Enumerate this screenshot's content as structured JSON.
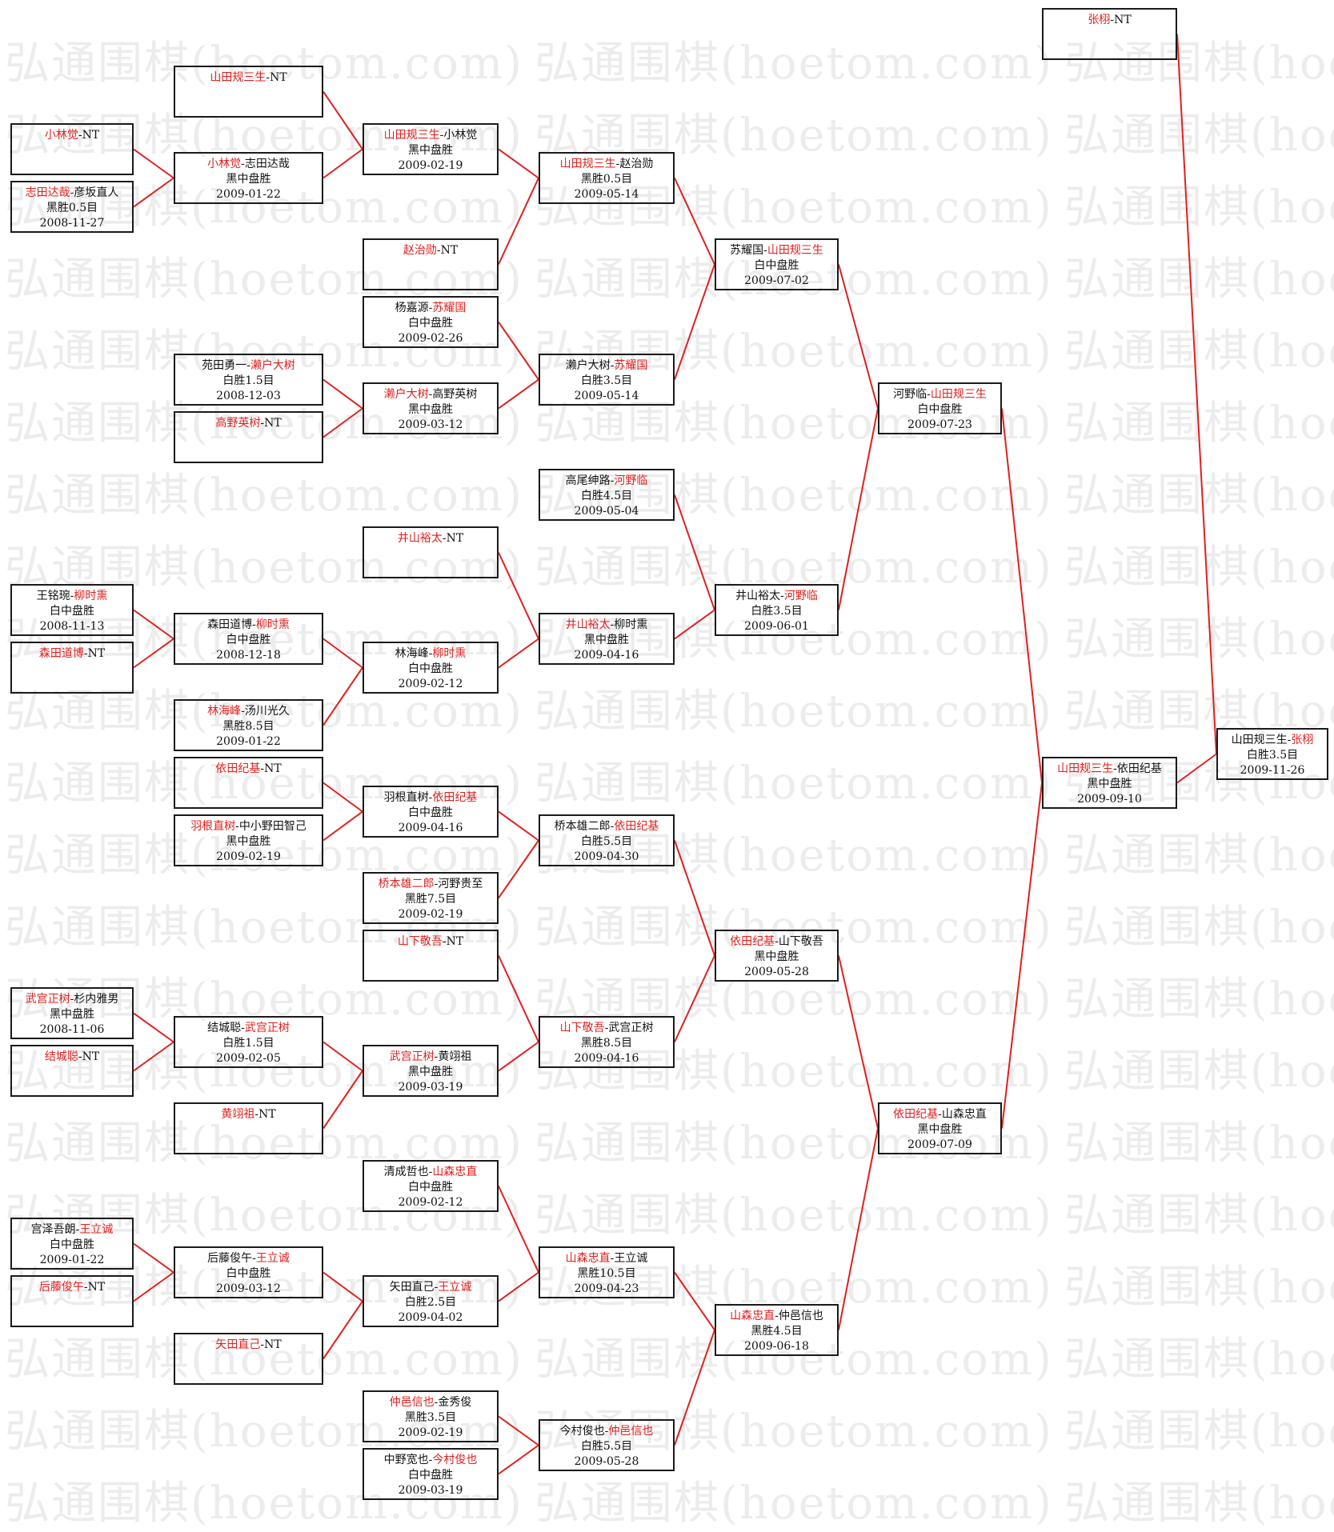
{
  "watermark": "弘通围棋(hoetom.com)",
  "colors": {
    "winner": "#e0201e",
    "text": "#111111",
    "line": "#e0201e",
    "border": "#1a1a1a"
  },
  "matches": [
    {
      "id": "zhangxu",
      "p1": "张栩",
      "p2": "NT",
      "red": 1,
      "result": "",
      "date": ""
    },
    {
      "id": "yamada_r2",
      "p1": "山田规三生",
      "p2": "NT",
      "red": 1,
      "result": "",
      "date": ""
    },
    {
      "id": "kobayashi_r1",
      "p1": "小林觉",
      "p2": "NT",
      "red": 1,
      "result": "",
      "date": ""
    },
    {
      "id": "shida_hikosaka",
      "p1": "志田达哉",
      "p2": "彦坂直人",
      "red": 1,
      "result": "黑胜0.5目",
      "date": "2008-11-27"
    },
    {
      "id": "kobayashi_shida",
      "p1": "小林觉",
      "p2": "志田达哉",
      "red": 1,
      "result": "黑中盘胜",
      "date": "2009-01-22"
    },
    {
      "id": "yamada_kobayashi",
      "p1": "山田规三生",
      "p2": "小林觉",
      "red": 1,
      "result": "黑中盘胜",
      "date": "2009-02-19"
    },
    {
      "id": "zhao_nt",
      "p1": "赵治勋",
      "p2": "NT",
      "red": 1,
      "result": "",
      "date": ""
    },
    {
      "id": "yamada_zhao",
      "p1": "山田规三生",
      "p2": "赵治勋",
      "red": 1,
      "result": "黑胜0.5目",
      "date": "2009-05-14"
    },
    {
      "id": "yang_su",
      "p1": "杨嘉源",
      "p2": "苏耀国",
      "red": 2,
      "result": "白中盘胜",
      "date": "2009-02-26"
    },
    {
      "id": "sonoda_seto",
      "p1": "苑田勇一",
      "p2": "濑户大树",
      "red": 2,
      "result": "白胜1.5目",
      "date": "2008-12-03"
    },
    {
      "id": "takano_nt",
      "p1": "高野英树",
      "p2": "NT",
      "red": 1,
      "result": "",
      "date": ""
    },
    {
      "id": "seto_takano",
      "p1": "濑户大树",
      "p2": "高野英树",
      "red": 1,
      "result": "黑中盘胜",
      "date": "2009-03-12"
    },
    {
      "id": "seto_su",
      "p1": "濑户大树",
      "p2": "苏耀国",
      "red": 2,
      "result": "白胜3.5目",
      "date": "2009-05-14"
    },
    {
      "id": "su_yamada",
      "p1": "苏耀国",
      "p2": "山田规三生",
      "red": 2,
      "result": "白中盘胜",
      "date": "2009-07-02"
    },
    {
      "id": "takao_kono",
      "p1": "高尾绅路",
      "p2": "河野临",
      "red": 2,
      "result": "白胜4.5目",
      "date": "2009-05-04"
    },
    {
      "id": "iyama_nt",
      "p1": "井山裕太",
      "p2": "NT",
      "red": 1,
      "result": "",
      "date": ""
    },
    {
      "id": "wang_liu",
      "p1": "王铭琬",
      "p2": "柳时熏",
      "red": 2,
      "result": "白中盘胜",
      "date": "2008-11-13"
    },
    {
      "id": "morita_nt",
      "p1": "森田道博",
      "p2": "NT",
      "red": 1,
      "result": "",
      "date": ""
    },
    {
      "id": "morita_liu",
      "p1": "森田道博",
      "p2": "柳时熏",
      "red": 2,
      "result": "白中盘胜",
      "date": "2008-12-18"
    },
    {
      "id": "lin_yukawa",
      "p1": "林海峰",
      "p2": "汤川光久",
      "red": 1,
      "result": "黑胜8.5目",
      "date": "2009-01-22"
    },
    {
      "id": "lin_liu",
      "p1": "林海峰",
      "p2": "柳时熏",
      "red": 2,
      "result": "白中盘胜",
      "date": "2009-02-12"
    },
    {
      "id": "iyama_liu",
      "p1": "井山裕太",
      "p2": "柳时熏",
      "red": 1,
      "result": "黑中盘胜",
      "date": "2009-04-16"
    },
    {
      "id": "iyama_kono",
      "p1": "井山裕太",
      "p2": "河野临",
      "red": 2,
      "result": "白胜3.5目",
      "date": "2009-06-01"
    },
    {
      "id": "kono_yamada",
      "p1": "河野临",
      "p2": "山田规三生",
      "red": 2,
      "result": "白中盘胜",
      "date": "2009-07-23"
    },
    {
      "id": "yoda_nt",
      "p1": "依田纪基",
      "p2": "NT",
      "red": 1,
      "result": "",
      "date": ""
    },
    {
      "id": "hane_konono",
      "p1": "羽根直树",
      "p2": "中小野田智己",
      "red": 1,
      "result": "黑中盘胜",
      "date": "2009-02-19"
    },
    {
      "id": "hane_yoda",
      "p1": "羽根直树",
      "p2": "依田纪基",
      "red": 2,
      "result": "白中盘胜",
      "date": "2009-04-16"
    },
    {
      "id": "hashimoto_kono",
      "p1": "桥本雄二郎",
      "p2": "河野贵至",
      "red": 1,
      "result": "黑胜7.5目",
      "date": "2009-02-19"
    },
    {
      "id": "hashimoto_yoda",
      "p1": "桥本雄二郎",
      "p2": "依田纪基",
      "red": 2,
      "result": "白胜5.5目",
      "date": "2009-04-30"
    },
    {
      "id": "yamashita_nt",
      "p1": "山下敬吾",
      "p2": "NT",
      "red": 1,
      "result": "",
      "date": ""
    },
    {
      "id": "takemiya_sugiuchi",
      "p1": "武宫正树",
      "p2": "杉内雅男",
      "red": 1,
      "result": "黑中盘胜",
      "date": "2008-11-06"
    },
    {
      "id": "yuki_nt",
      "p1": "结城聪",
      "p2": "NT",
      "red": 1,
      "result": "",
      "date": ""
    },
    {
      "id": "yuki_takemiya",
      "p1": "结城聪",
      "p2": "武宫正树",
      "red": 2,
      "result": "白胜1.5目",
      "date": "2009-02-05"
    },
    {
      "id": "huang_nt",
      "p1": "黄翊祖",
      "p2": "NT",
      "red": 1,
      "result": "",
      "date": ""
    },
    {
      "id": "takemiya_huang",
      "p1": "武宫正树",
      "p2": "黄翊祖",
      "red": 1,
      "result": "黑中盘胜",
      "date": "2009-03-19"
    },
    {
      "id": "yamashita_takemiya",
      "p1": "山下敬吾",
      "p2": "武宫正树",
      "red": 1,
      "result": "黑胜8.5目",
      "date": "2009-04-16"
    },
    {
      "id": "yoda_yamashita",
      "p1": "依田纪基",
      "p2": "山下敬吾",
      "red": 1,
      "result": "黑中盘胜",
      "date": "2009-05-28"
    },
    {
      "id": "kiyonari_yamamori",
      "p1": "清成哲也",
      "p2": "山森忠直",
      "red": 2,
      "result": "白中盘胜",
      "date": "2009-02-12"
    },
    {
      "id": "miyazawa_wang",
      "p1": "宫泽吾朗",
      "p2": "王立诚",
      "red": 2,
      "result": "白中盘胜",
      "date": "2009-01-22"
    },
    {
      "id": "goto_nt",
      "p1": "后藤俊午",
      "p2": "NT",
      "red": 1,
      "result": "",
      "date": ""
    },
    {
      "id": "goto_wang",
      "p1": "后藤俊午",
      "p2": "王立诚",
      "red": 2,
      "result": "白中盘胜",
      "date": "2009-03-12"
    },
    {
      "id": "yada_nt",
      "p1": "矢田直己",
      "p2": "NT",
      "red": 1,
      "result": "",
      "date": ""
    },
    {
      "id": "yada_wang",
      "p1": "矢田直己",
      "p2": "王立诚",
      "red": 2,
      "result": "白胜2.5目",
      "date": "2009-04-02"
    },
    {
      "id": "yamamori_wang",
      "p1": "山森忠直",
      "p2": "王立诚",
      "red": 1,
      "result": "黑胜10.5目",
      "date": "2009-04-23"
    },
    {
      "id": "yamamori_nakamura",
      "p1": "山森忠直",
      "p2": "仲邑信也",
      "red": 1,
      "result": "黑胜4.5目",
      "date": "2009-06-18"
    },
    {
      "id": "yoda_yamamori",
      "p1": "依田纪基",
      "p2": "山森忠直",
      "red": 1,
      "result": "黑中盘胜",
      "date": "2009-07-09"
    },
    {
      "id": "nakamura_kim",
      "p1": "仲邑信也",
      "p2": "金秀俊",
      "red": 1,
      "result": "黑胜3.5目",
      "date": "2009-02-19"
    },
    {
      "id": "nakano_imamura",
      "p1": "中野宽也",
      "p2": "今村俊也",
      "red": 2,
      "result": "白中盘胜",
      "date": "2009-03-19"
    },
    {
      "id": "imamura_nakamura",
      "p1": "今村俊也",
      "p2": "仲邑信也",
      "red": 2,
      "result": "白胜5.5目",
      "date": "2009-05-28"
    },
    {
      "id": "yamada_yoda",
      "p1": "山田规三生",
      "p2": "依田纪基",
      "red": 1,
      "result": "黑中盘胜",
      "date": "2009-09-10"
    },
    {
      "id": "final",
      "p1": "山田规三生",
      "p2": "张栩",
      "red": 2,
      "result": "白胜3.5目",
      "date": "2009-11-26"
    }
  ]
}
